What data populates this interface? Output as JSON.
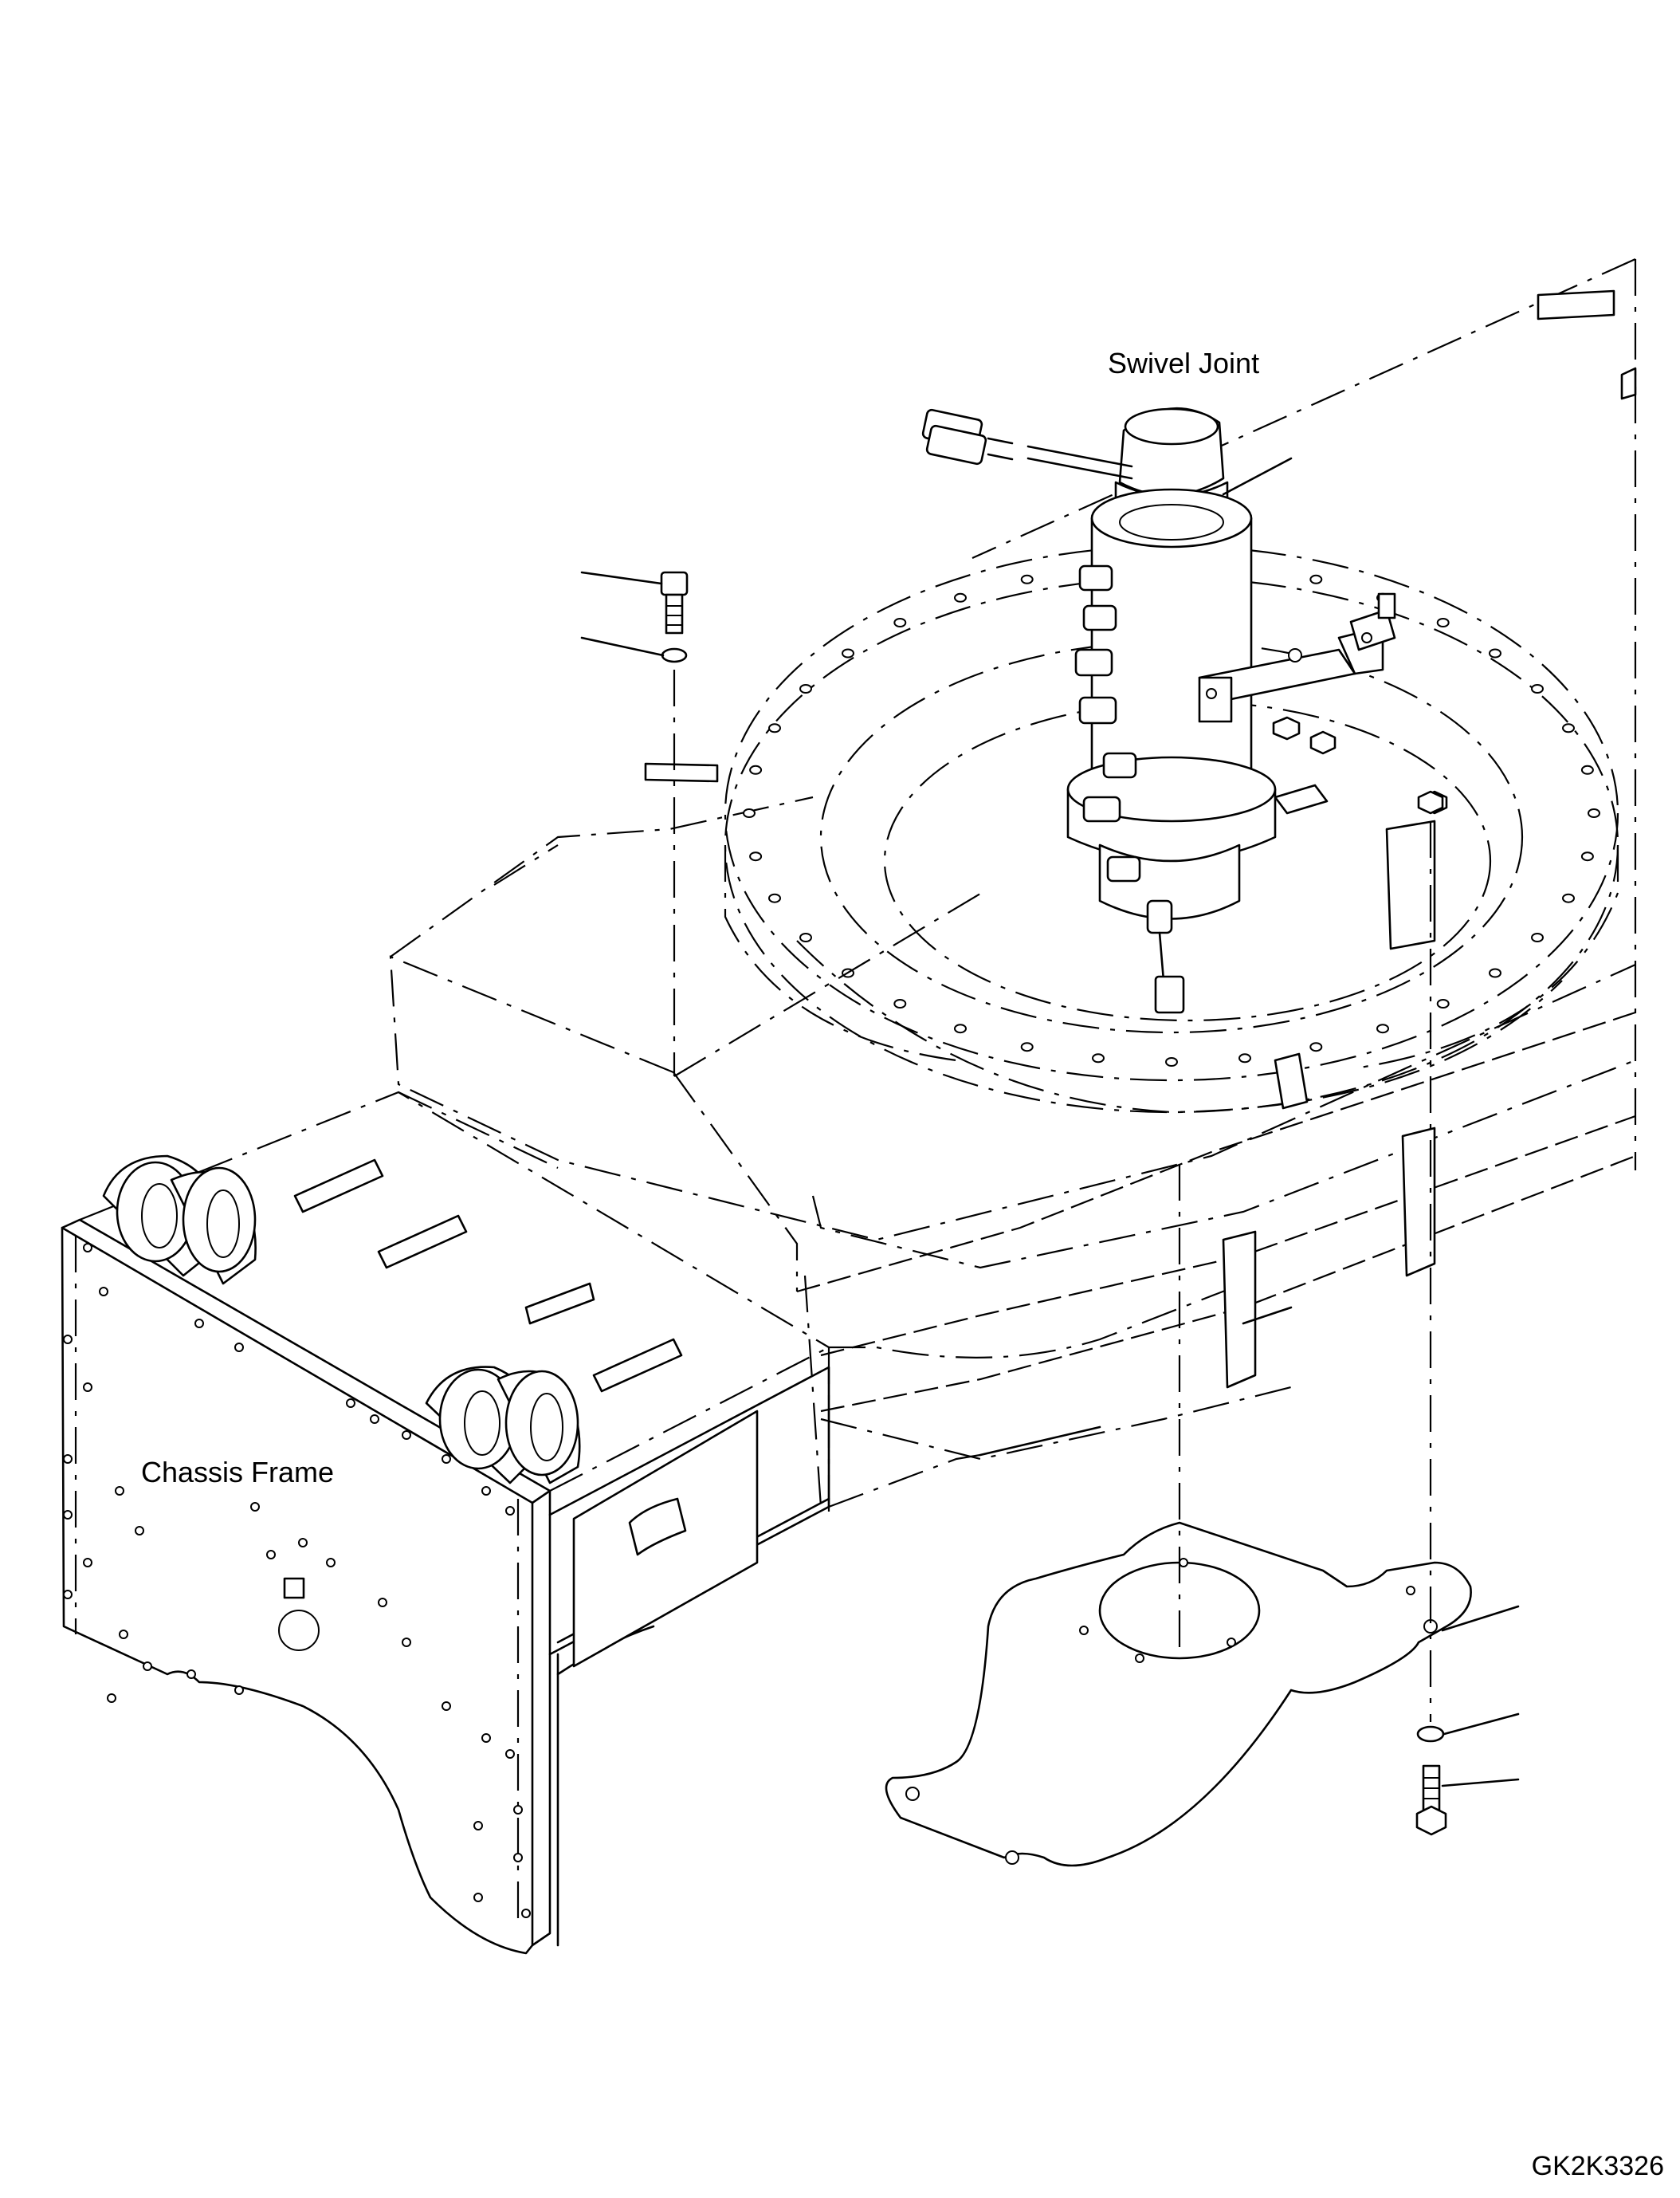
{
  "labels": {
    "swivel_joint": "Swivel Joint",
    "chassis_frame": "Chassis Frame"
  },
  "drawing_code": "GK2K3326",
  "colors": {
    "line": "#000000",
    "background": "#ffffff"
  }
}
